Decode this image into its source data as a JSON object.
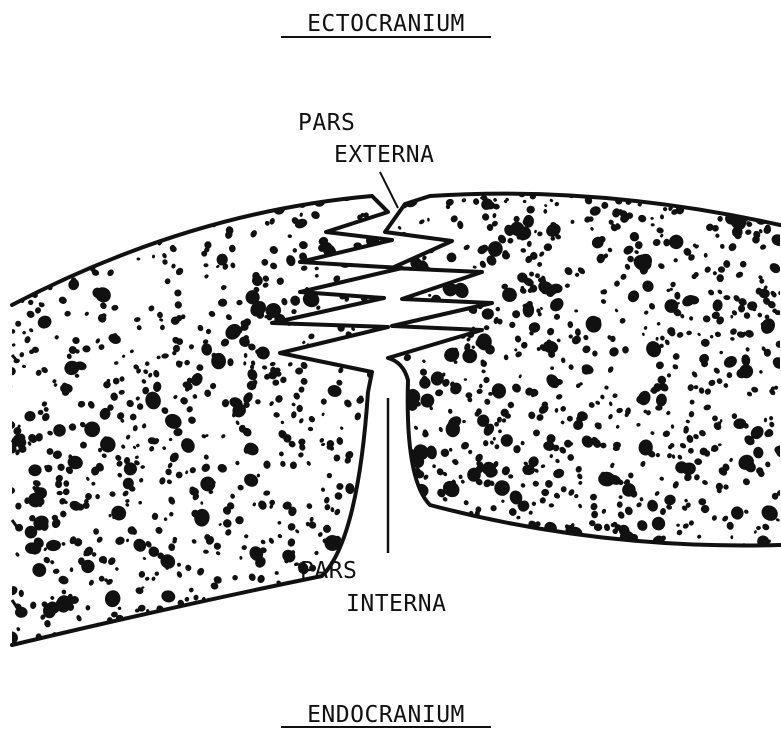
{
  "labels": {
    "top": "ECTOCRANIUM",
    "bottom": "ENDOCRANIUM",
    "pars_externa_line1": "PARS",
    "pars_externa_line2": "EXTERNA",
    "pars_interna_line1": "PARS",
    "pars_interna_line2": "INTERNA"
  },
  "colors": {
    "ink": "#111111",
    "paper": "#ffffff"
  }
}
